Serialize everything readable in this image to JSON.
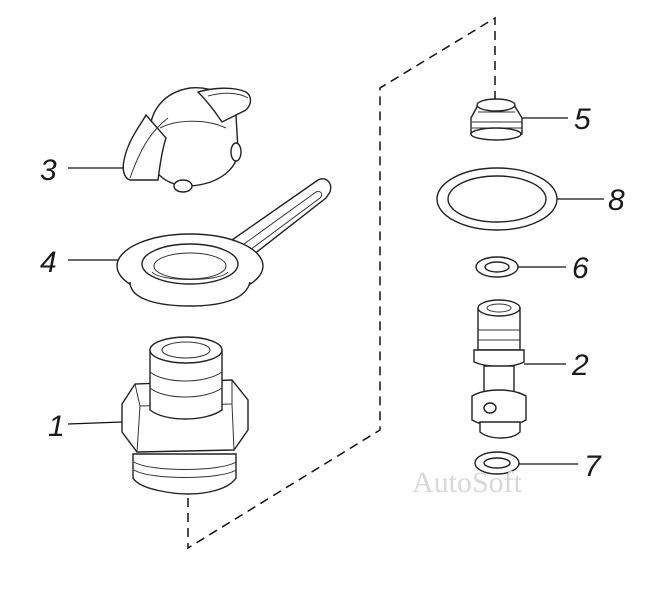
{
  "callouts": {
    "c1": "1",
    "c2": "2",
    "c3": "3",
    "c4": "4",
    "c5": "5",
    "c6": "6",
    "c7": "7",
    "c8": "8"
  },
  "watermark": "AutoSoft"
}
